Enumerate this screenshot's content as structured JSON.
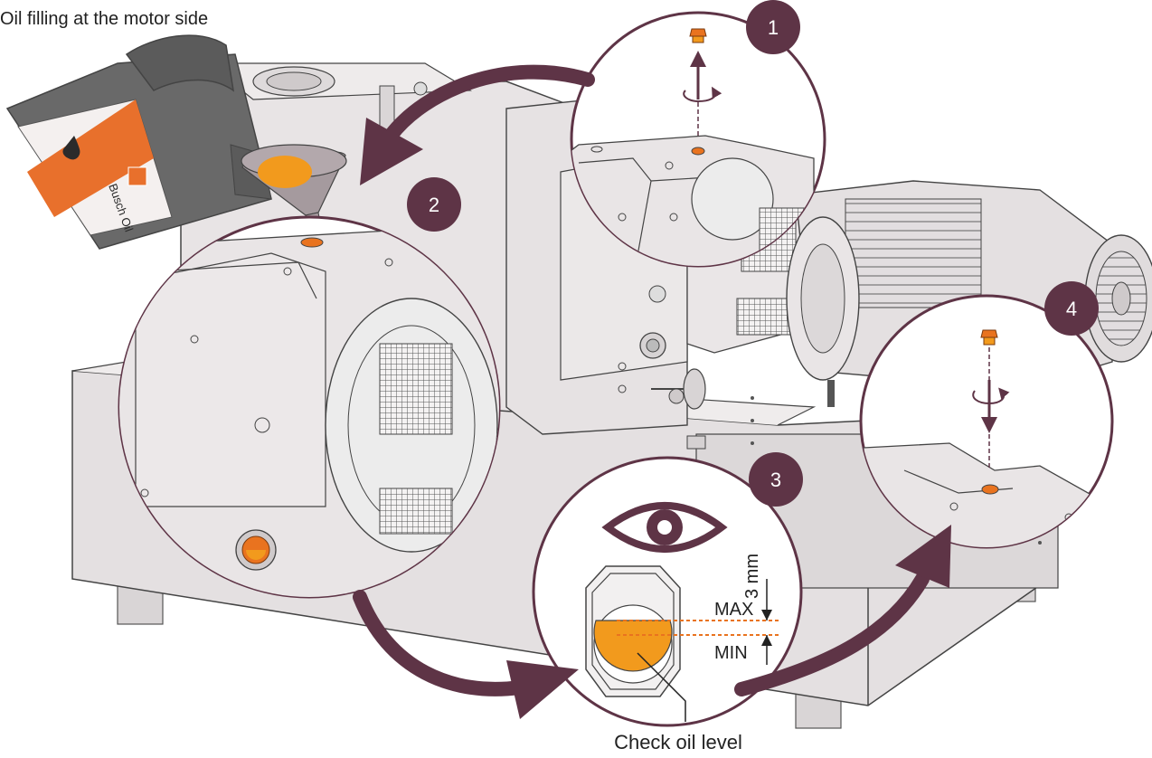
{
  "caption": "Oil filling at the motor side",
  "steps": [
    "1",
    "2",
    "3",
    "4"
  ],
  "oil_can": {
    "label": "Busch Oil",
    "logo": "Busch"
  },
  "oil_level": {
    "max_label": "MAX",
    "min_label": "MIN",
    "gap_label": "3 mm"
  },
  "callout": "Check oil level",
  "colors": {
    "accent_purple": "#5e3446",
    "oil_orange": "#f29a1d",
    "plug_orange": "#e9731f",
    "machine_fill": "#e7e3e4",
    "line": "#3d3d3d"
  }
}
